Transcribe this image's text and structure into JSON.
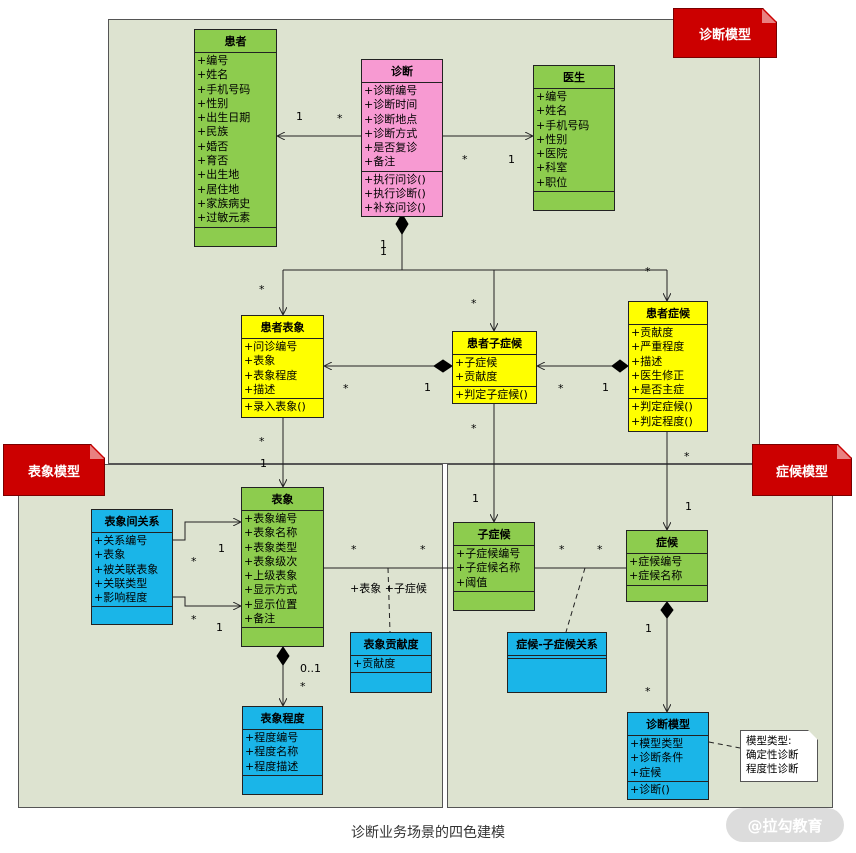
{
  "packages": {
    "diagnosis": "诊断模型",
    "manifestation": "表象模型",
    "symptom": "症候模型"
  },
  "classes": {
    "patient": {
      "title": "患者",
      "attrs": [
        "+编号",
        "+姓名",
        "+手机号码",
        "+性别",
        "+出生日期",
        "+民族",
        "+婚否",
        "+育否",
        "+出生地",
        "+居住地",
        "+家族病史",
        "+过敏元素"
      ],
      "ops": []
    },
    "diagnosis": {
      "title": "诊断",
      "attrs": [
        "+诊断编号",
        "+诊断时间",
        "+诊断地点",
        "+诊断方式",
        "+是否复诊",
        "+备注"
      ],
      "ops": [
        "+执行问诊()",
        "+执行诊断()",
        "+补充问诊()"
      ]
    },
    "doctor": {
      "title": "医生",
      "attrs": [
        "+编号",
        "+姓名",
        "+手机号码",
        "+性别",
        "+医院",
        "+科室",
        "+职位"
      ],
      "ops": []
    },
    "patient_manifestation": {
      "title": "患者表象",
      "attrs": [
        "+问诊编号",
        "+表象",
        "+表象程度",
        "+描述"
      ],
      "ops": [
        "+录入表象()"
      ]
    },
    "patient_subsymptom": {
      "title": "患者子症候",
      "attrs": [
        "+子症候",
        "+贡献度"
      ],
      "ops": [
        "+判定子症候()"
      ]
    },
    "patient_symptom": {
      "title": "患者症候",
      "attrs": [
        "+贡献度",
        "+严重程度",
        "+描述",
        "+医生修正",
        "+是否主症"
      ],
      "ops": [
        "+判定症候()",
        "+判定程度()"
      ]
    },
    "manifestation_relation": {
      "title": "表象间关系",
      "attrs": [
        "+关系编号",
        "+表象",
        "+被关联表象",
        "+关联类型",
        "+影响程度"
      ],
      "ops": []
    },
    "manifestation": {
      "title": "表象",
      "attrs": [
        "+表象编号",
        "+表象名称",
        "+表象类型",
        "+表象级次",
        "+上级表象",
        "+显示方式",
        "+显示位置",
        "+备注"
      ],
      "ops": []
    },
    "manifestation_contribution": {
      "title": "表象贡献度",
      "attrs": [
        "+贡献度"
      ],
      "ops": []
    },
    "manifestation_degree": {
      "title": "表象程度",
      "attrs": [
        "+程度编号",
        "+程度名称",
        "+程度描述"
      ],
      "ops": []
    },
    "subsymptom": {
      "title": "子症候",
      "attrs": [
        "+子症候编号",
        "+子症候名称",
        "+阈值"
      ],
      "ops": []
    },
    "symptom": {
      "title": "症候",
      "attrs": [
        "+症候编号",
        "+症候名称"
      ],
      "ops": []
    },
    "symptom_subsymptom_relation": {
      "title": "症候-子症候关系",
      "attrs": [],
      "ops": []
    },
    "diagnosis_model": {
      "title": "诊断模型",
      "attrs": [
        "+模型类型",
        "+诊断条件",
        "+症候"
      ],
      "ops": [
        "+诊断()"
      ]
    }
  },
  "multiplicities": {
    "m1": "1",
    "m2": "*",
    "m3": "*",
    "m4": "1",
    "m5": "1",
    "m6": "1",
    "m7": "*",
    "m8": "*",
    "m9": "*",
    "m10": "*",
    "m11": "1",
    "m12": "*",
    "m13": "1",
    "m14": "*",
    "m15": "1",
    "m16": "*",
    "m17": "1",
    "m18": "*",
    "m19": "1",
    "m20": "1",
    "m21": "*",
    "m22": "1",
    "m23": "*",
    "m24": "*",
    "m25": "*",
    "m26": "*",
    "m27": "*",
    "m28": "0..1",
    "m29": "*",
    "m30": "1",
    "m31": "*"
  },
  "assoc_label": "+表象 +子症候",
  "note": [
    "模型类型:",
    "确定性诊断",
    "程度性诊断"
  ],
  "caption": "诊断业务场景的四色建模",
  "watermark": "@拉勾教育",
  "colors": {
    "green": "#8dcc4e",
    "pink": "#f79ad2",
    "yellow": "#ffff00",
    "blue": "#1ab5e8",
    "package": "#dde3d0",
    "tab": "#cc0000"
  }
}
